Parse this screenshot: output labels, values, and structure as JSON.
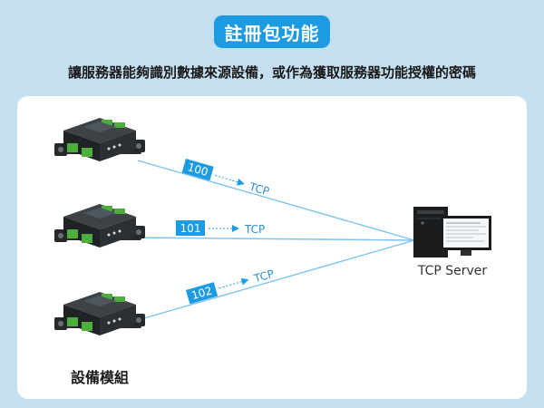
{
  "header": {
    "title": "註冊包功能",
    "subtitle": "讓服務器能夠識別數據來源設備，或作為獲取服務器功能授權的密碼"
  },
  "links": [
    {
      "id": "100",
      "protocol": "TCP"
    },
    {
      "id": "101",
      "protocol": "TCP"
    },
    {
      "id": "102",
      "protocol": "TCP"
    }
  ],
  "server": {
    "label": "TCP Server"
  },
  "devices": {
    "label": "設備模組"
  },
  "colors": {
    "background": "#c3dff0",
    "accent": "#1d9be2",
    "line": "#7ec3ee",
    "device_body": "#1f2326",
    "terminal_green": "#4caf3c"
  }
}
